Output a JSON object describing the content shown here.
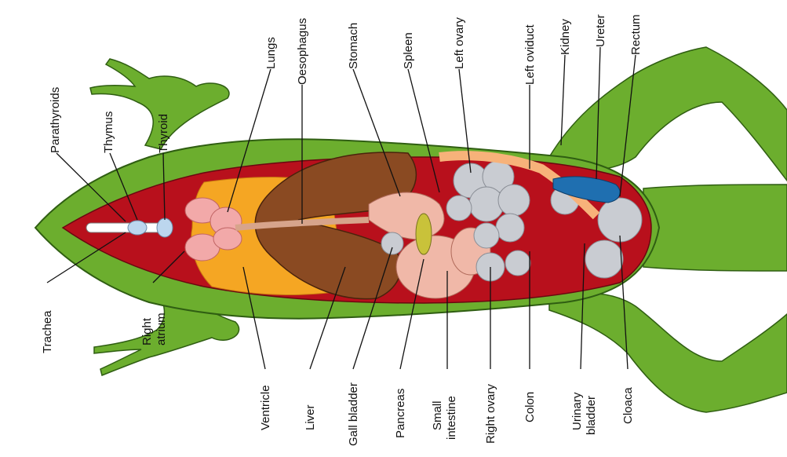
{
  "diagram": {
    "labels": {
      "parathyroids": "Parathyroids",
      "thymus": "Thymus",
      "thyroid": "Thyroid",
      "lungs": "Lungs",
      "oesophagus": "Oesophagus",
      "stomach": "Stomach",
      "spleen": "Spleen",
      "left_ovary": "Left ovary",
      "left_oviduct": "Left oviduct",
      "kidney": "Kidney",
      "ureter": "Ureter",
      "rectum": "Rectum",
      "trachea": "Trachea",
      "right_atrium_1": "Right",
      "right_atrium_2": "atrium",
      "ventricle": "Ventricle",
      "liver": "Liver",
      "gall_bladder": "Gall bladder",
      "pancreas": "Pancreas",
      "small_intestine_1": "Small",
      "small_intestine_2": "intestine",
      "right_ovary": "Right ovary",
      "colon": "Colon",
      "urinary_bladder_1": "Urinary",
      "urinary_bladder_2": "bladder",
      "cloaca": "Cloaca"
    },
    "colors": {
      "skin": "#6cae2e",
      "skin_dark": "#3d7a1a",
      "body_cavity": "#b8101c",
      "liver": "#8a4a22",
      "fat": "#f5a623",
      "lungs": "#f2a9a9",
      "ovary": "#c9ccd2",
      "intestine": "#f0b8a8",
      "kidney": "#1f6fb0",
      "oviduct": "#f7b27a",
      "gall_bladder": "#c9c23a"
    }
  }
}
